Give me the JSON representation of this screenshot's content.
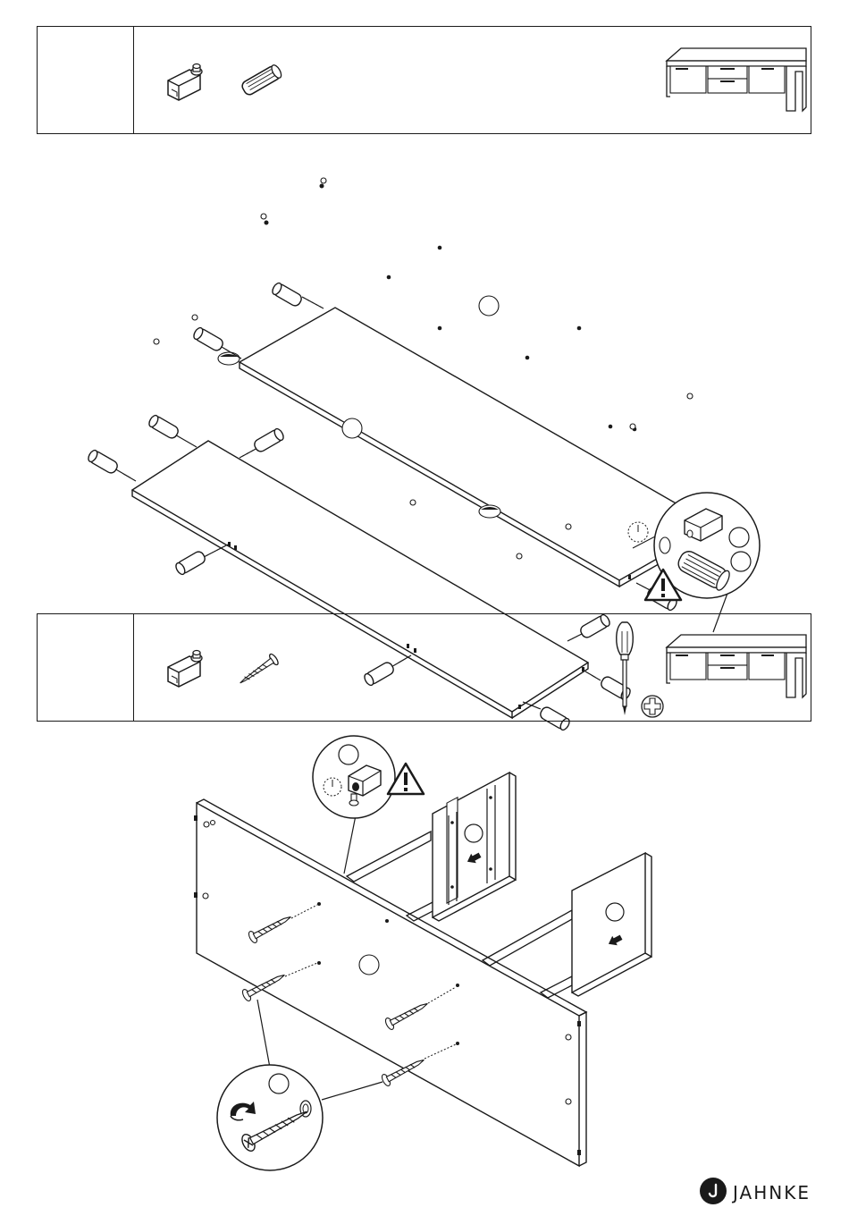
{
  "document": {
    "type": "assembly-instructions",
    "brand": "Jahnke"
  },
  "steps": [
    {
      "parts": [
        "cam-lock-connector-icon",
        "wooden-dowel-icon"
      ],
      "overview_icon": "tv-sideboard-icon"
    },
    {
      "parts": [
        "cam-lock-connector-icon",
        "screw-icon"
      ],
      "tools": [
        "phillips-screwdriver-icon",
        "phillips-bit-icon"
      ],
      "overview_icon": "tv-sideboard-icon"
    }
  ],
  "footer": {
    "logo_text": "JAHNKE"
  }
}
